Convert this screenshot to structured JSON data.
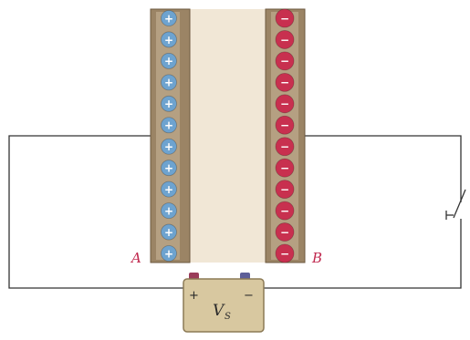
{
  "diagram": {
    "plate_a": {
      "label": "A",
      "charge_symbol": "+",
      "charge_count": 12,
      "charge_color": "#6ea3cf"
    },
    "plate_b": {
      "label": "B",
      "charge_symbol": "−",
      "charge_count": 12,
      "charge_color": "#c8304f"
    },
    "battery": {
      "label": "V",
      "subscript": "S",
      "positive_terminal": "+",
      "negative_terminal": "−",
      "body_color": "#d8c8a0"
    },
    "plate_frame_color": "#9b8465",
    "dielectric_color": "#f1e7d6",
    "wire_color": "#333333",
    "switch": {
      "state": "open"
    }
  }
}
